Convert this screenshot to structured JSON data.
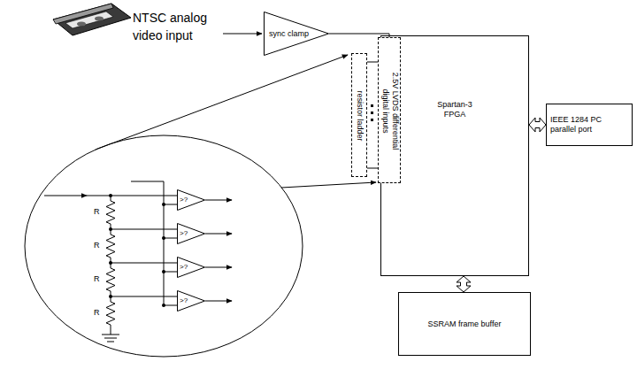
{
  "diagram": {
    "nodes": [
      {
        "text": [
          "sync clamp"
        ]
      },
      {
        "text": [
          "resistor ladder"
        ]
      },
      {
        "text": [
          "2.5V LVDS differential digital inputs"
        ]
      },
      {
        "text": [
          "Spartan-3 FPGA"
        ]
      },
      {
        "text": [
          "IEEE 1284 PC parallel port"
        ]
      },
      {
        "text": [
          "SSRAM frame buffer"
        ]
      },
      {
        "text": [
          ">?"
        ]
      },
      {
        "text": [
          ">?"
        ]
      },
      {
        "text": [
          ">?"
        ]
      },
      {
        "text": [
          ">?"
        ]
      }
    ],
    "edges": [
      {
        "from": 0,
        "to": 2,
        "arrow": "none"
      },
      {
        "from": 3,
        "to": 4,
        "arrow": "both"
      },
      {
        "from": 3,
        "to": 5,
        "arrow": "both"
      }
    ],
    "labels": [
      "NTSC analog video input",
      "R",
      "R",
      "R",
      "R"
    ]
  }
}
